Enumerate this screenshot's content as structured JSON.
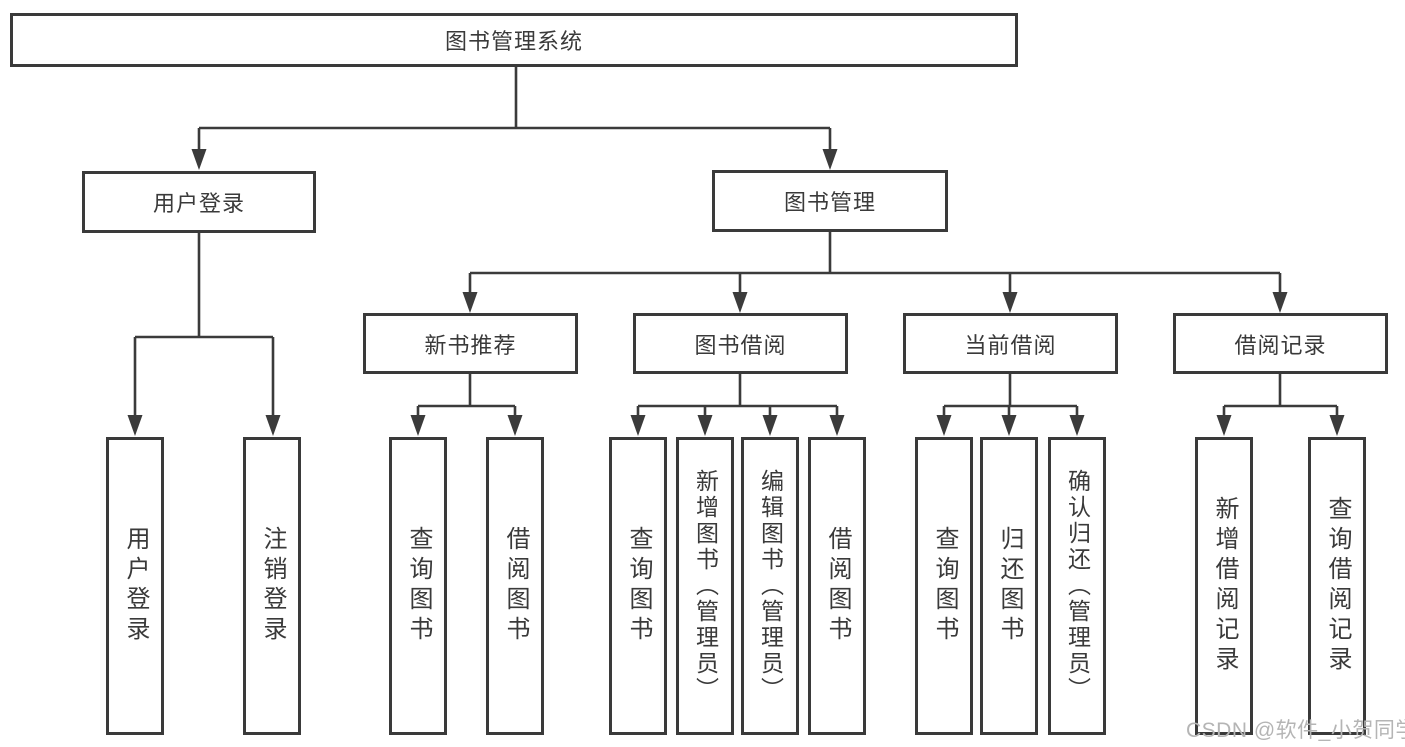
{
  "diagram": {
    "title_node": {
      "label": "图书管理系统"
    },
    "level2": {
      "user_login": {
        "label": "用户登录"
      },
      "book_management": {
        "label": "图书管理"
      }
    },
    "level3": {
      "new_book_recommend": {
        "label": "新书推荐"
      },
      "book_borrow": {
        "label": "图书借阅"
      },
      "current_borrow": {
        "label": "当前借阅"
      },
      "borrow_records": {
        "label": "借阅记录"
      }
    },
    "leaves": {
      "user_login_leaf": {
        "label": "用户登录",
        "parent": "用户登录"
      },
      "logout": {
        "label": "注销登录",
        "parent": "用户登录"
      },
      "rec_query_books": {
        "label": "查询图书",
        "parent": "新书推荐"
      },
      "rec_borrow_books": {
        "label": "借阅图书",
        "parent": "新书推荐"
      },
      "bb_query_books": {
        "label": "查询图书",
        "parent": "图书借阅"
      },
      "bb_add_books_admin": {
        "label": "新增图书（管理员）",
        "parent": "图书借阅"
      },
      "bb_edit_books_admin": {
        "label": "编辑图书（管理员）",
        "parent": "图书借阅"
      },
      "bb_borrow_books": {
        "label": "借阅图书",
        "parent": "图书借阅"
      },
      "cb_query_books": {
        "label": "查询图书",
        "parent": "当前借阅"
      },
      "cb_return_books": {
        "label": "归还图书",
        "parent": "当前借阅"
      },
      "cb_confirm_return_admin": {
        "label": "确认归还（管理员）",
        "parent": "当前借阅"
      },
      "br_add_record": {
        "label": "新增借阅记录",
        "parent": "借阅记录"
      },
      "br_query_record": {
        "label": "查询借阅记录",
        "parent": "借阅记录"
      }
    }
  },
  "watermark": {
    "text": "CSDN @软件_小贺同学"
  },
  "colors": {
    "line": "#3b3b3b",
    "box_border": "#3a3a3a",
    "box_fill": "#ffffff",
    "text": "#3a3a3a",
    "watermark": "#b5b5b5",
    "background": "#ffffff"
  }
}
